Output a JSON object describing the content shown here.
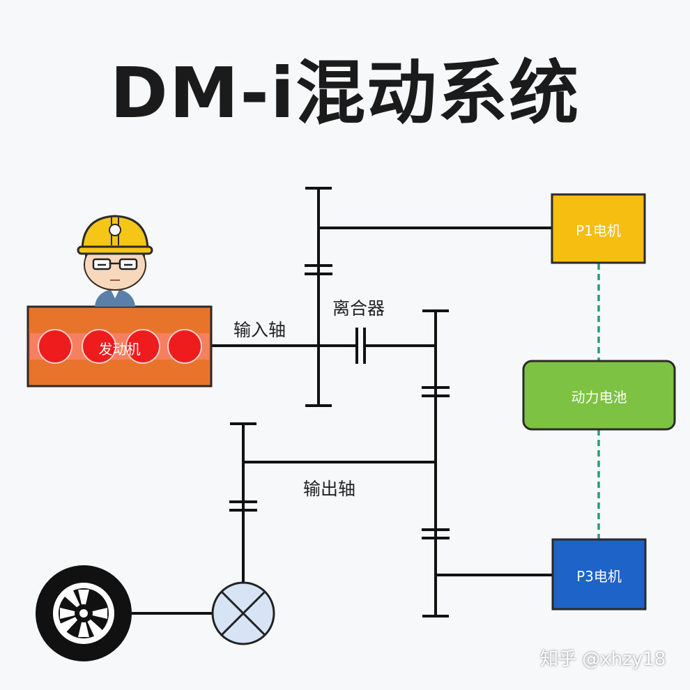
{
  "title": "DM-i混动系统",
  "components": {
    "engine": "发动机",
    "p1_motor": "P1电机",
    "battery": "动力电池",
    "p3_motor": "P3电机"
  },
  "labels": {
    "input_shaft": "输入轴",
    "clutch": "离合器",
    "output_shaft": "输出轴"
  },
  "watermark": "知乎 @xhzy18",
  "colors": {
    "engine": "#e8732a",
    "engine_circles": "#ee1c1c",
    "p1_motor": "#f7be12",
    "battery": "#7dc242",
    "p3_motor": "#1e64c8",
    "link_dashed": "#27a06b",
    "differential": "#d6e4f5"
  },
  "icons": [
    "worker-avatar-icon",
    "wheel-icon",
    "differential-icon"
  ]
}
